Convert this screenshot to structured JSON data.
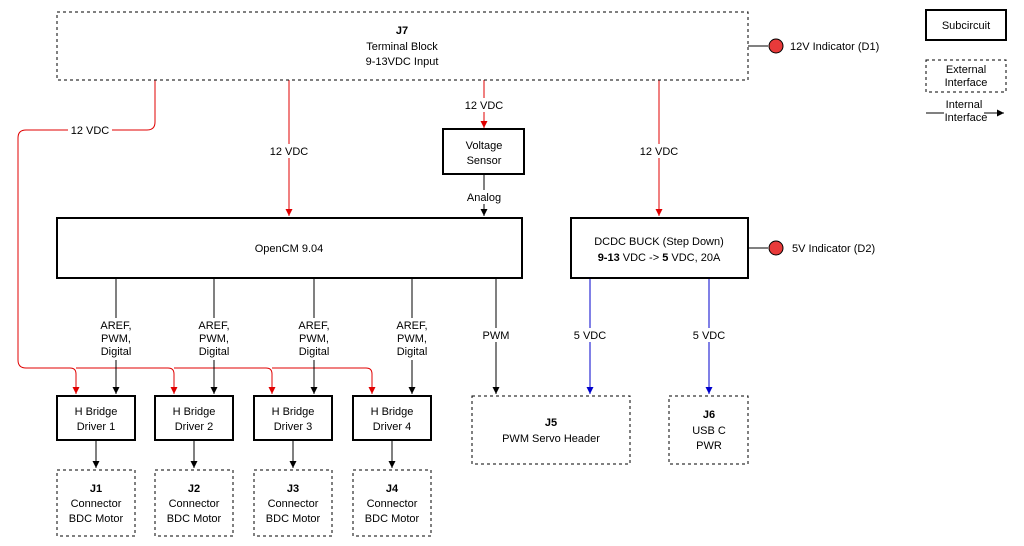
{
  "legend": {
    "subcircuit": "Subcircuit",
    "external_line1": "External",
    "external_line2": "Interface",
    "internal_line1": "Internal",
    "internal_line2": "Interface"
  },
  "j7": {
    "ref": "J7",
    "line1": "Terminal Block",
    "line2": "9-13VDC Input"
  },
  "indicator_12v": "12V Indicator (D1)",
  "indicator_5v": "5V Indicator (D2)",
  "voltage_sensor": {
    "line1": "Voltage",
    "line2": "Sensor"
  },
  "opencm": "OpenCM 9.04",
  "buck": {
    "line1": "DCDC BUCK (Step Down)",
    "bold1": "9-13",
    "mid": " VDC -> ",
    "bold2": "5",
    "tail": " VDC, 20A"
  },
  "wire_labels": {
    "v12": "12 VDC",
    "analog": "Analog",
    "pwm": "PWM",
    "v5": "5 VDC",
    "sig1": "AREF,",
    "sig2": "PWM,",
    "sig3": "Digital"
  },
  "hbridges": [
    {
      "line1": "H Bridge",
      "line2": "Driver 1"
    },
    {
      "line1": "H Bridge",
      "line2": "Driver 2"
    },
    {
      "line1": "H Bridge",
      "line2": "Driver 3"
    },
    {
      "line1": "H Bridge",
      "line2": "Driver 4"
    }
  ],
  "connectors": [
    {
      "ref": "J1",
      "line1": "Connector",
      "line2": "BDC Motor"
    },
    {
      "ref": "J2",
      "line1": "Connector",
      "line2": "BDC Motor"
    },
    {
      "ref": "J3",
      "line1": "Connector",
      "line2": "BDC Motor"
    },
    {
      "ref": "J4",
      "line1": "Connector",
      "line2": "BDC Motor"
    }
  ],
  "j5": {
    "ref": "J5",
    "line1": "PWM Servo Header"
  },
  "j6": {
    "ref": "J6",
    "line1": "USB C",
    "line2": "PWR"
  },
  "colors": {
    "power12": "#e00000",
    "power5": "#0000cc",
    "signal": "#000000",
    "indicator": "#e83a3a"
  }
}
